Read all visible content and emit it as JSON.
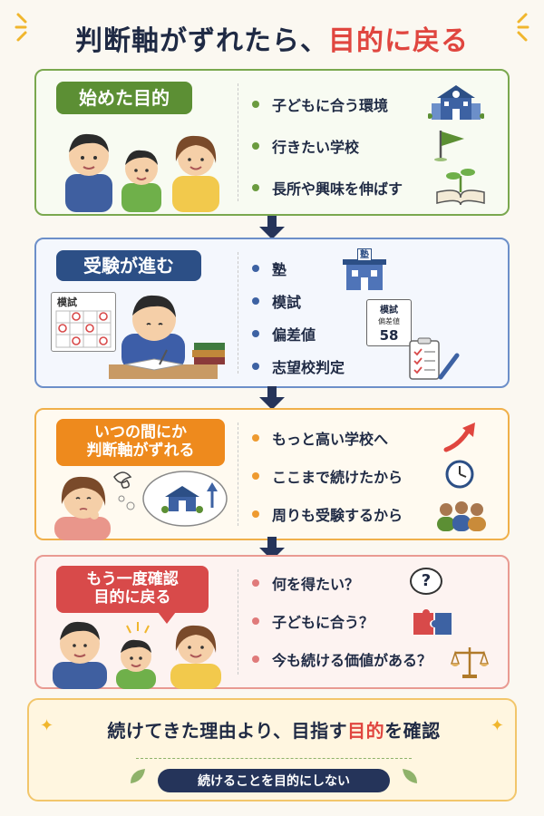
{
  "header": {
    "title_main": "判断軸がずれたら、",
    "title_accent": "目的に戻る"
  },
  "sections": {
    "purpose": {
      "label": "始めた目的",
      "items": [
        "子どもに合う環境",
        "行きたい学校",
        "長所や興味を伸ばす"
      ]
    },
    "exam": {
      "label": "受験が進む",
      "items": [
        "塾",
        "模試",
        "偏差値",
        "志望校判定"
      ],
      "calendar_label": "模試",
      "school_sign": "塾",
      "score_card": {
        "title": "模試",
        "label": "偏差値",
        "value": "58"
      }
    },
    "drift": {
      "label_line1": "いつの間にか",
      "label_line2": "判断軸がずれる",
      "items": [
        "もっと高い学校へ",
        "ここまで続けたから",
        "周りも受験するから"
      ]
    },
    "recheck": {
      "label_line1": "もう一度確認",
      "label_line2": "目的に戻る",
      "items": [
        "何を得たい？",
        "子どもに合う？",
        "今も続ける価値がある？"
      ],
      "question_mark": "?"
    }
  },
  "footer": {
    "main_before": "続けてきた理由より、目指す",
    "main_accent": "目的",
    "main_after": "を確認",
    "sub": "続けることを目的にしない"
  },
  "colors": {
    "green": "#5c8f34",
    "blue": "#2c4f86",
    "orange": "#ee8a1d",
    "pink": "#d84a4a",
    "accent_red": "#e0463f",
    "navy": "#1f2a44"
  }
}
